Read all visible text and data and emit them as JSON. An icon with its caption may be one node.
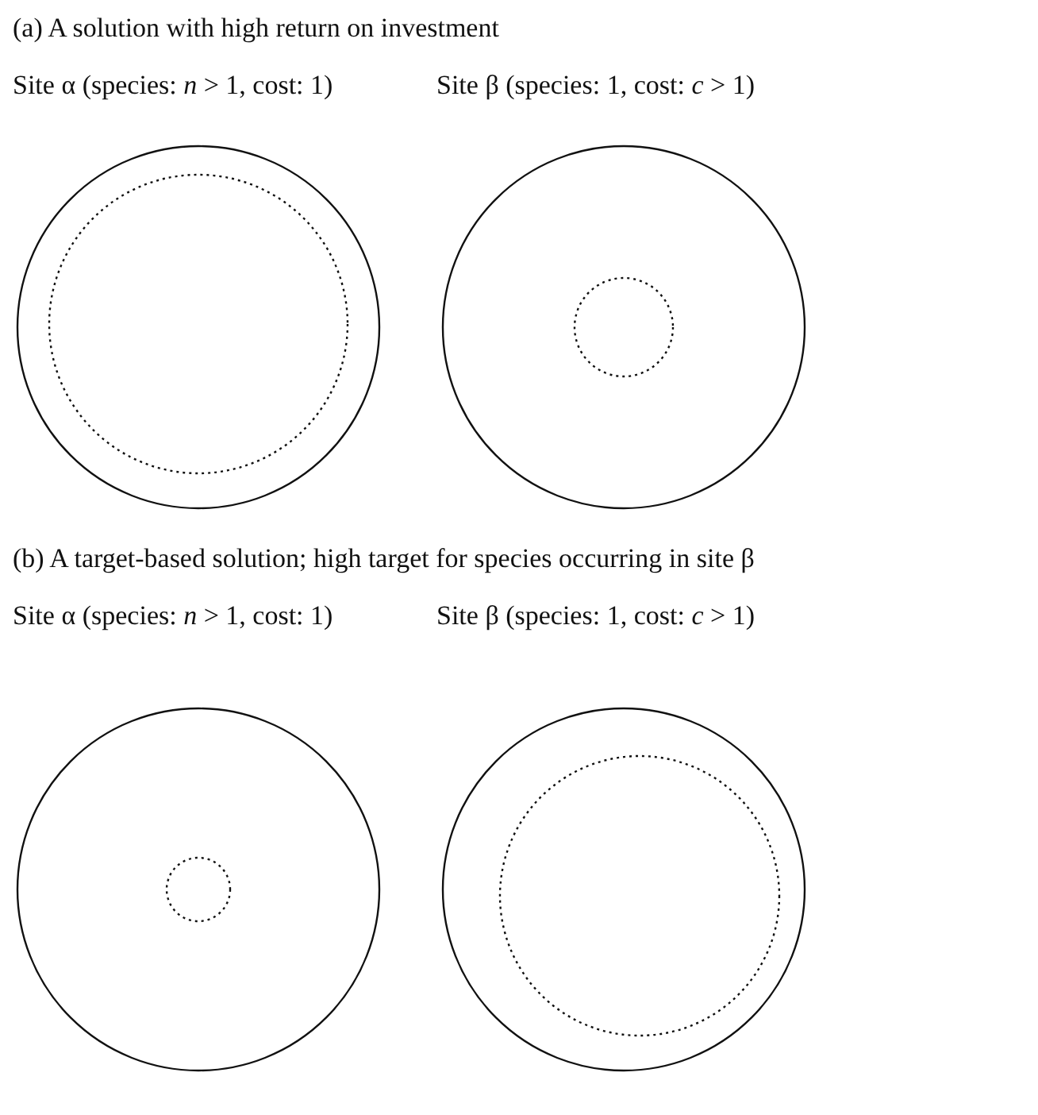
{
  "diagram": {
    "nodes": [
      {
        "text": [
          "Site α  (species: *n* > 1, cost: 1)"
        ]
      },
      {
        "text": [],
        "shape": "circle",
        "in": 0
      },
      {
        "text": [
          "Site β  (species: 1, cost: *c* > 1)"
        ]
      },
      {
        "text": [],
        "shape": "circle",
        "in": 2
      },
      {
        "text": [
          "Site α  (species: *n* > 1, cost: 1)"
        ]
      },
      {
        "text": [],
        "shape": "circle",
        "in": 4
      },
      {
        "text": [
          "Site β  (species: 1, cost: *c* > 1)"
        ]
      },
      {
        "text": [],
        "shape": "circle",
        "in": 6
      }
    ],
    "edges": [],
    "labels": [
      "(a) A solution with high return on investment",
      "(b) A target-based solution; high target for species occurring in site β"
    ]
  }
}
